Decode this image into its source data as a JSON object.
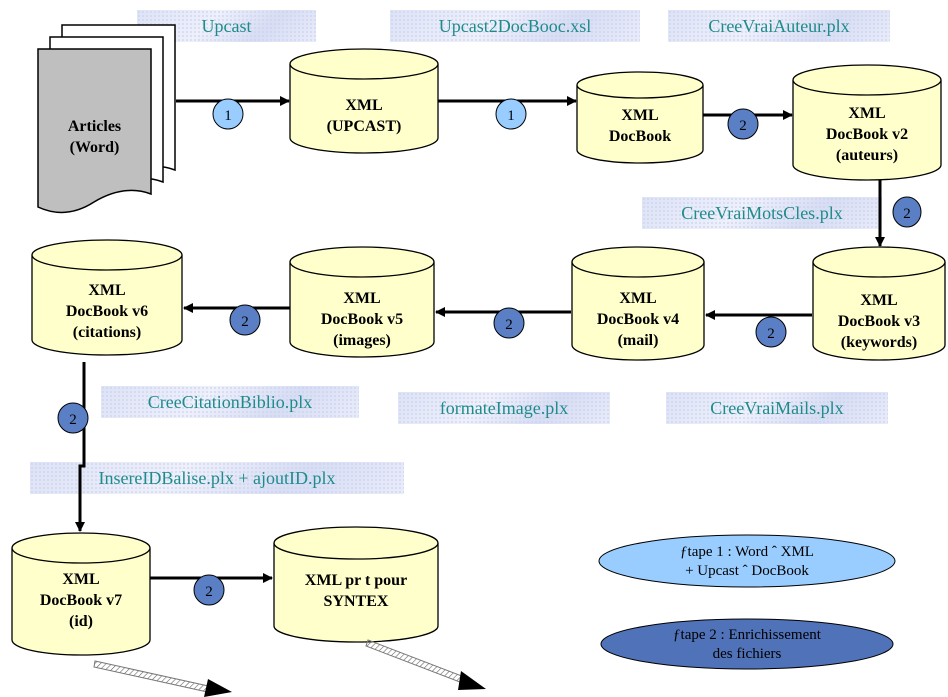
{
  "labels": {
    "upcast": "Upcast",
    "upcast2docbook": "Upcast2DocBooc.xsl",
    "creevraiauteur": "CreeVraiAuteur.plx",
    "creevraimotscles": "CreeVraiMotsCles.plx",
    "creecitationbiblio": "CreeCitationBiblio.plx",
    "formateimage": "formateImage.plx",
    "creevraimails": "CreeVraiMails.plx",
    "insereidbalise": "InsereIDBalise.plx + ajoutID.plx"
  },
  "nodes": {
    "articles": [
      "Articles",
      "(Word)"
    ],
    "xml_upcast": [
      "XML",
      "(UPCAST)"
    ],
    "xml_docbook": [
      "XML",
      "DocBook"
    ],
    "docbook_v2": [
      "XML",
      "DocBook v2",
      "(auteurs)"
    ],
    "docbook_v3": [
      "XML",
      "DocBook v3",
      "(keywords)"
    ],
    "docbook_v4": [
      "XML",
      "DocBook v4",
      "(mail)"
    ],
    "docbook_v5": [
      "XML",
      "DocBook v5",
      "(images)"
    ],
    "docbook_v6": [
      "XML",
      "DocBook v6",
      "(citations)"
    ],
    "docbook_v7": [
      "XML",
      "DocBook v7",
      "(id)"
    ],
    "xml_syntex": [
      "XML pr  t pour",
      "SYNTEX"
    ]
  },
  "steps": {
    "one": "1",
    "two": "2"
  },
  "legend": {
    "step1_line1": "ƒtape 1 : Word ˆ XML",
    "step1_line2": "+ Upcast ˆ DocBook",
    "step2_line1": "ƒtape 2 : Enrichissement",
    "step2_line2": "des fichiers"
  },
  "colors": {
    "cylinder_fill": "#ffffcc",
    "step1_fill": "#99ccff",
    "step2_fill": "#5b7fc4",
    "label_text": "#1f8b8b",
    "legend1_fill": "#99ccff",
    "legend2_fill": "#4f72b8"
  }
}
